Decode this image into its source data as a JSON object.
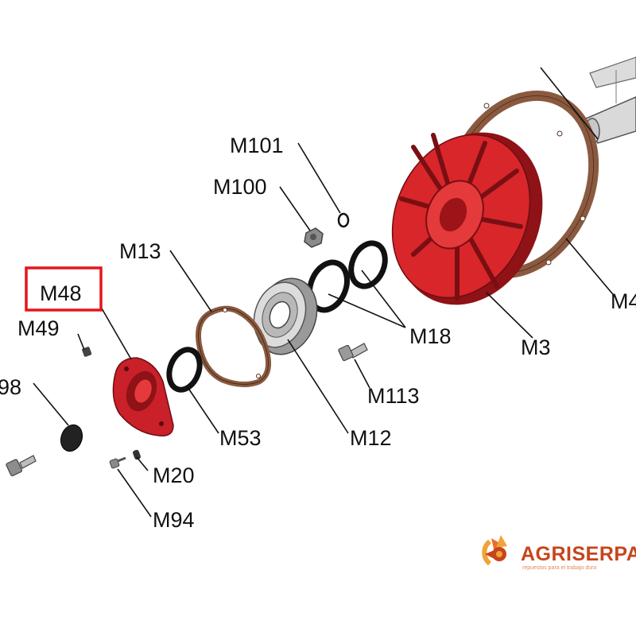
{
  "diagram": {
    "labels": {
      "m101": "M101",
      "m100": "M100",
      "m13": "M13",
      "m48": "M48",
      "m49": "M49",
      "m98": "98",
      "m18": "M18",
      "m3": "M3",
      "m4": "M4",
      "m113": "M113",
      "m53": "M53",
      "m12": "M12",
      "m20": "M20",
      "m94": "M94"
    },
    "highlighted_label": "M48",
    "colors": {
      "part_red": "#d8262a",
      "part_dark_red": "#8e1216",
      "gasket": "#8a5a40",
      "highlight_box": "#e4161c",
      "bearing": "#9a9a9a"
    }
  },
  "brand": {
    "name": "AGRISERPAL",
    "tagline": "repuestos para el trabajo duro",
    "logo_icon": "sunflower-logo-icon",
    "colors": {
      "primary": "#c6451b",
      "accent": "#f2a236"
    }
  }
}
